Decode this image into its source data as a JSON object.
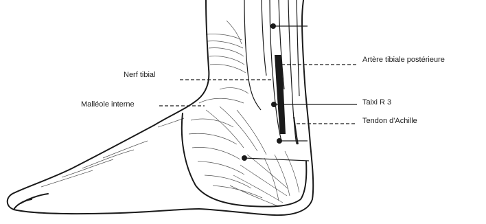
{
  "labels": {
    "nerf_tibial": "Nerf tibial",
    "malleole_interne": "Malléole interne",
    "artere_tibiale_posterieure": "Artère tibiale postérieure",
    "taixi_r3": "Taixi R  3",
    "tendon_achille": "Tendon d'Achille"
  },
  "colors": {
    "ink": "#1a1a1a",
    "paper": "#ffffff"
  }
}
